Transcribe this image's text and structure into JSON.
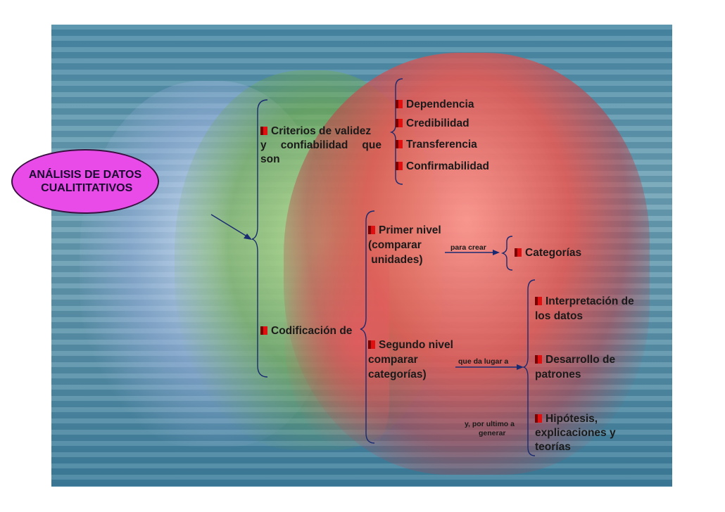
{
  "root": {
    "label": "ANÁLISIS DE DATOS\n CUALITITATIVOS"
  },
  "criterios": {
    "line1": "Criterios de validez",
    "line2": "y  confiabilidad  que",
    "line3": "son",
    "items": [
      "Dependencia",
      "Credibilidad",
      "Transferencia",
      "Confirmabilidad"
    ]
  },
  "codificacion": {
    "label": "Codificación de"
  },
  "primer_nivel": {
    "line1": "Primer nivel",
    "line2": "(comparar",
    "line3": " unidades)",
    "arrow_label": "para crear",
    "result": "Categorías"
  },
  "segundo_nivel": {
    "line1": "Segundo nivel",
    "line2": "comparar",
    "line3": "categorías)",
    "arrow_label": "que da lugar a",
    "arrow_label2_line1": "y, por ultimo a",
    "arrow_label2_line2": "generar"
  },
  "results": {
    "interpretacion_line1": "Interpretación de",
    "interpretacion_line2": "los datos",
    "desarrollo_line1": "Desarrollo de",
    "desarrollo_line2": "patrones",
    "hipotesis_line1": "Hipótesis,",
    "hipotesis_line2": "explicaciones y",
    "hipotesis_line3": "teorías"
  },
  "colors": {
    "oval_fill": "#e84be8",
    "bullet": "#e01010",
    "connector": "#1a2a70"
  }
}
